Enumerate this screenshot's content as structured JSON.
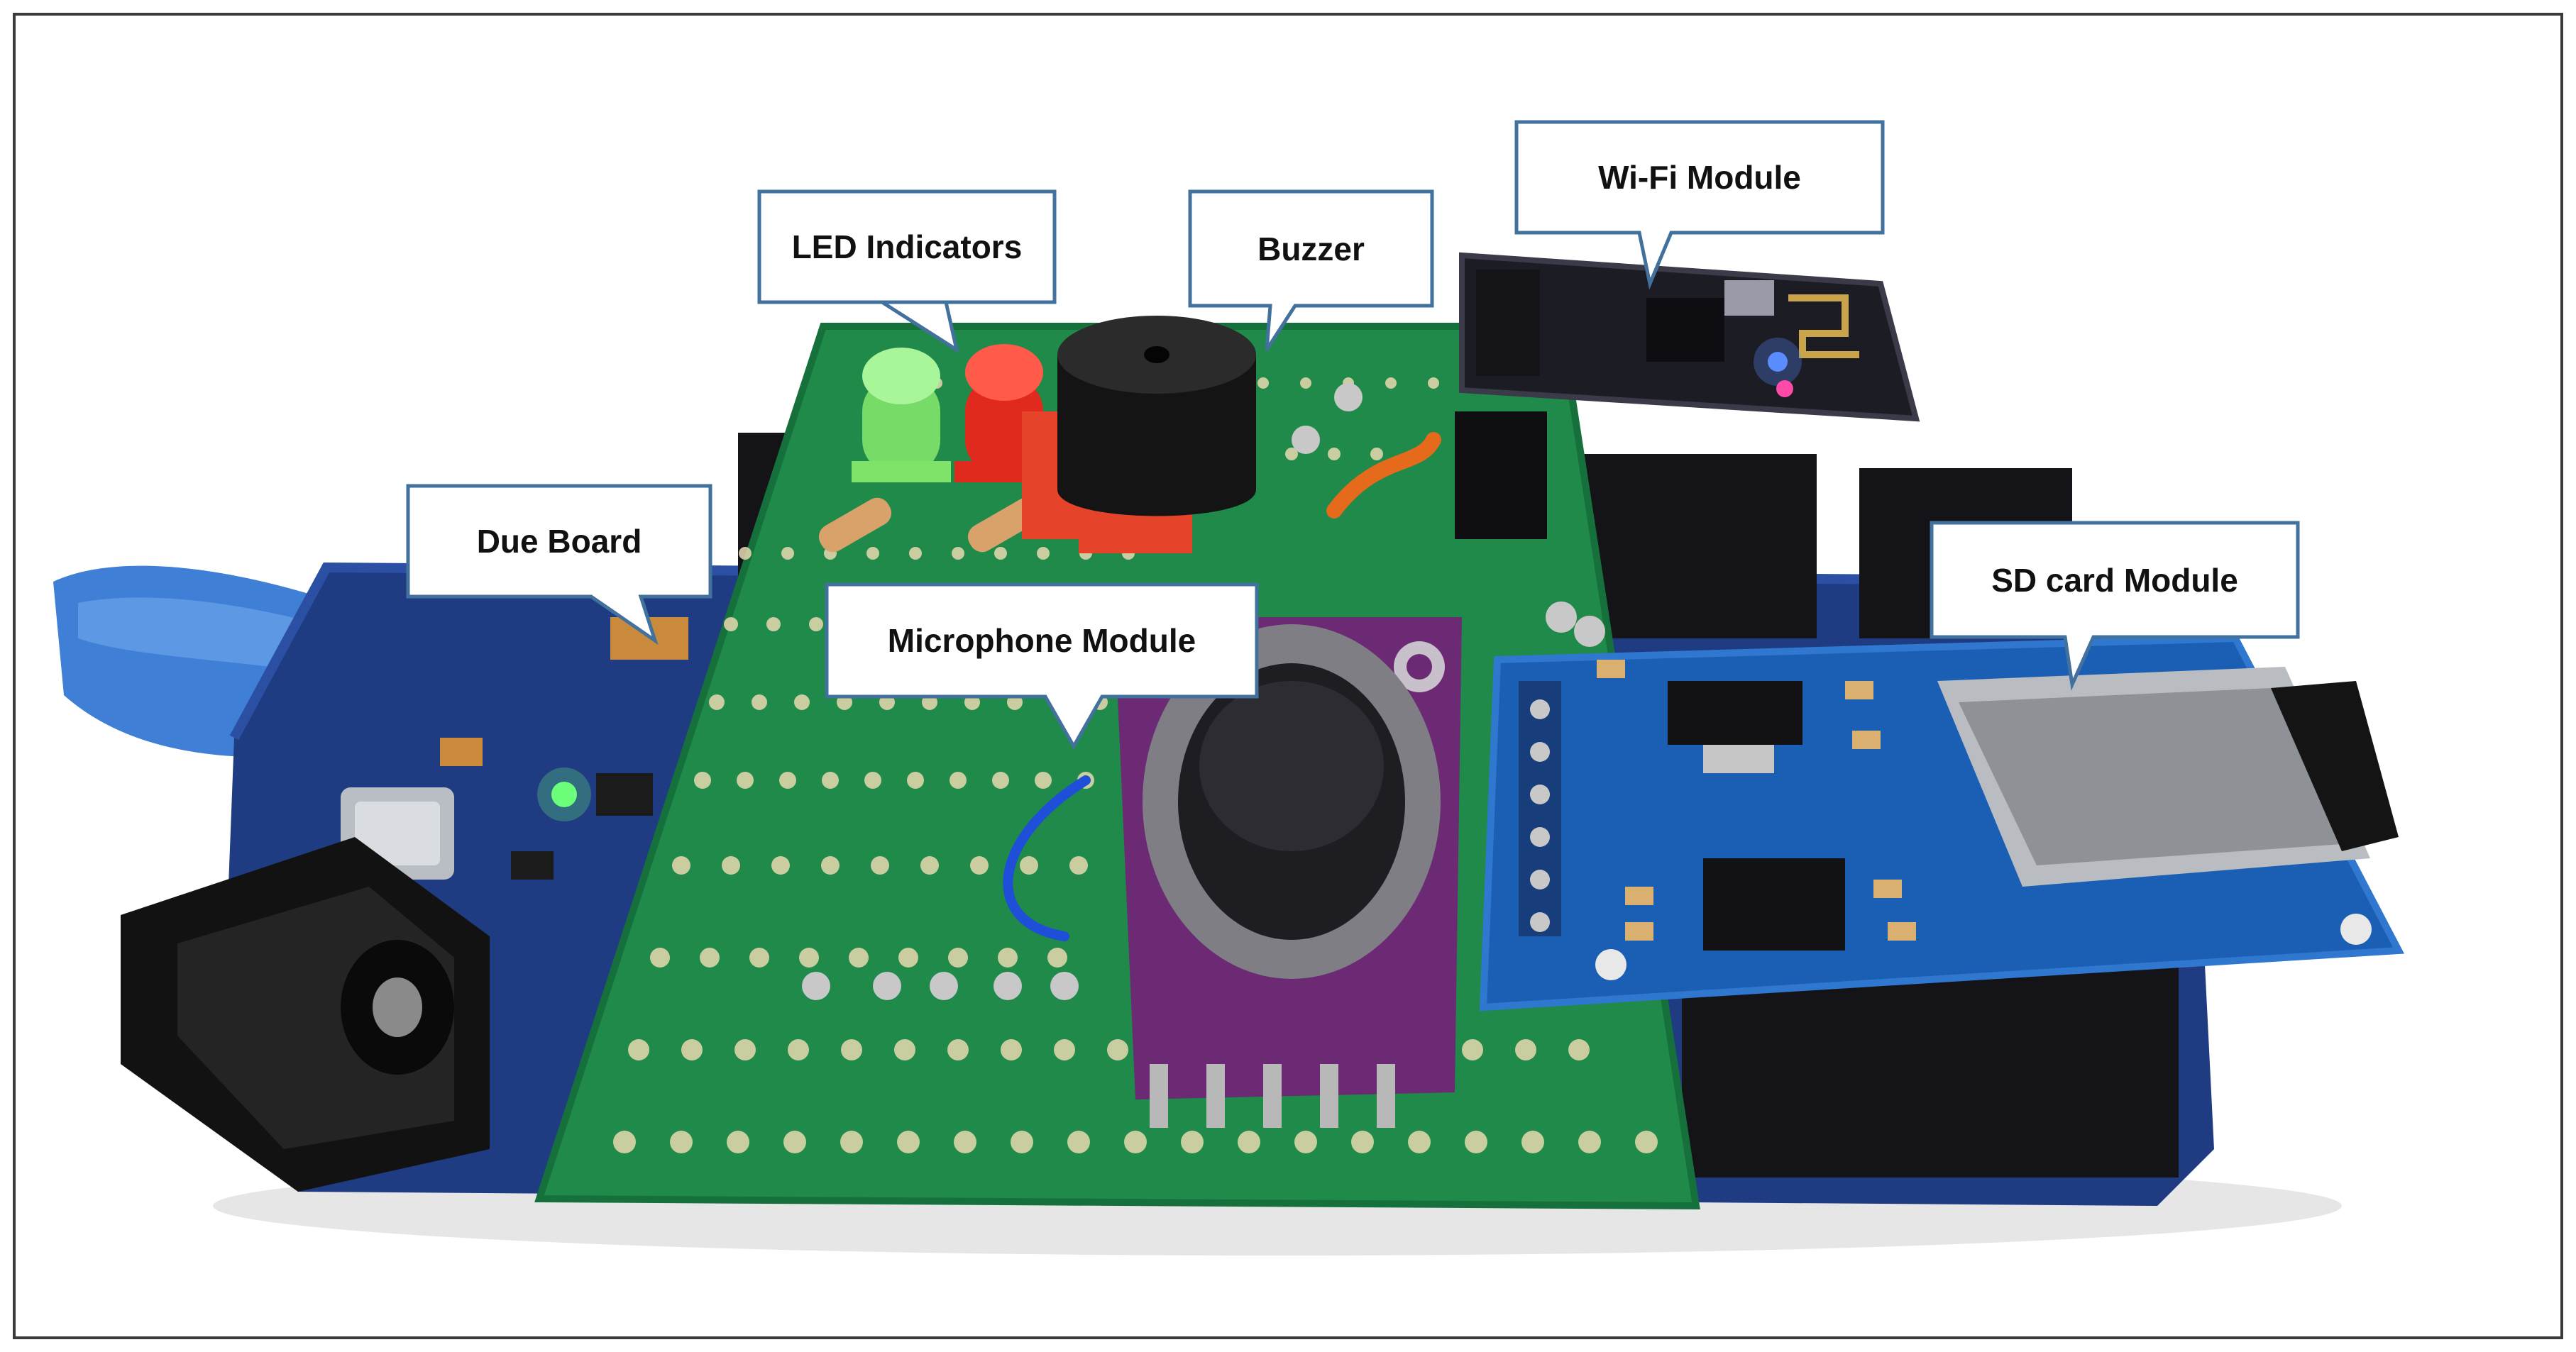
{
  "figure": {
    "description_labels": {
      "due_board": "Due Board",
      "led_indicators": "LED Indicators",
      "buzzer": "Buzzer",
      "wifi_module": "Wi-Fi Module",
      "microphone_module": "Microphone Module",
      "sd_card_module": "SD card Module"
    },
    "callout_colors": {
      "border": "#41719c",
      "fill": "#ffffff",
      "text": "#111111"
    },
    "board_colors": {
      "due_board": "#1f3c82",
      "perfboard": "#1f8a4a",
      "sd_module": "#1a5fb4",
      "mic_module": "#6b2a73",
      "wifi_module": "#1c1c24",
      "usb_cable": "#3f7fd6"
    }
  }
}
